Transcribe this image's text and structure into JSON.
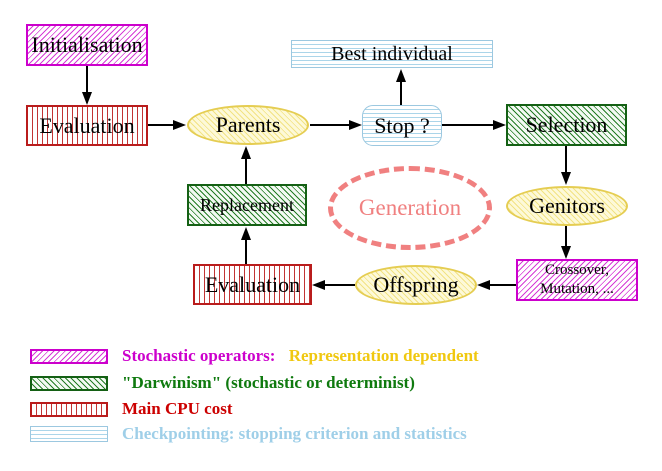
{
  "nodes": {
    "initialisation": {
      "label": "Initialisation"
    },
    "evaluation_top": {
      "label": "Evaluation"
    },
    "best_individual": {
      "label": "Best individual"
    },
    "stop": {
      "label": "Stop ?"
    },
    "selection": {
      "label": "Selection"
    },
    "parents": {
      "label": "Parents"
    },
    "replacement": {
      "label": "Replacement"
    },
    "generation": {
      "label": "Generation"
    },
    "genitors": {
      "label": "Genitors"
    },
    "crossover": {
      "label_line1": "Crossover,",
      "label_line2": "Mutation, ..."
    },
    "offspring": {
      "label": "Offspring"
    },
    "evaluation_bottom": {
      "label": "Evaluation"
    }
  },
  "legend": [
    {
      "swatch": "magenta-diagonal-hatch",
      "text_primary": "Stochastic operators:",
      "text_secondary": "Representation dependent"
    },
    {
      "swatch": "green-diagonal-hatch",
      "text_primary": "\"Darwinism\" (stochastic or determinist)"
    },
    {
      "swatch": "red-vertical-stripes",
      "text_primary": "Main CPU cost"
    },
    {
      "swatch": "cyan-horizontal-stripes",
      "text_primary": "Checkpointing: stopping criterion and statistics"
    }
  ],
  "colors": {
    "magenta": "#cc00cc",
    "green": "#0f7a0f",
    "red": "#cc0000",
    "cyan": "#9fcfe8",
    "yellow_text": "#f0c810",
    "yellow_fill": "#f2e384",
    "salmon": "#f08080",
    "arrow": "#000000"
  }
}
